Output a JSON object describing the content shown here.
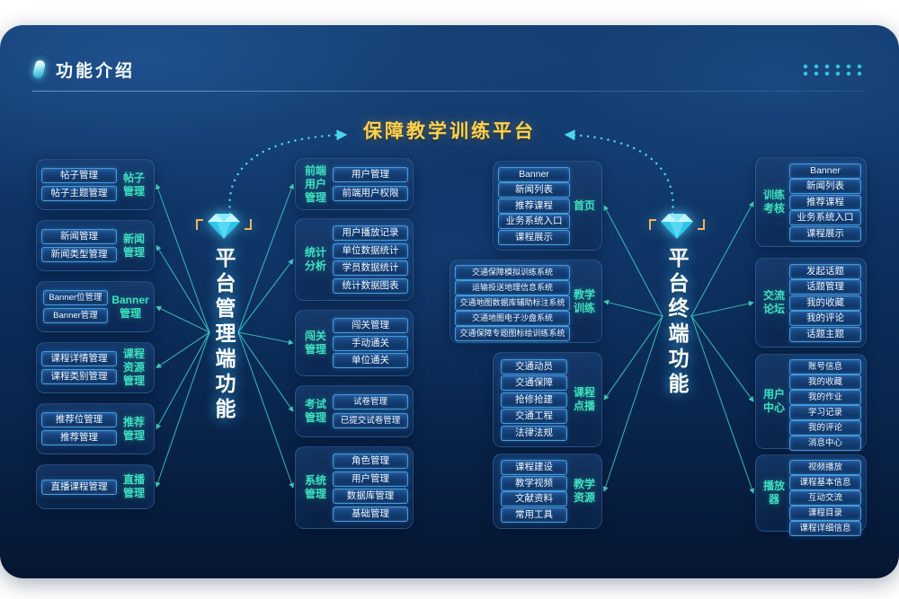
{
  "header": {
    "title": "功能介绍"
  },
  "center_title": "保障教学训练平台",
  "hubs": {
    "left": "平台管理端功能",
    "right": "平台终端功能"
  },
  "columns": {
    "far_left": [
      {
        "label": "帖子管理",
        "items": [
          "帖子管理",
          "帖子主题管理"
        ]
      },
      {
        "label": "新闻管理",
        "items": [
          "新闻管理",
          "新闻类型管理"
        ]
      },
      {
        "label": "Banner管理",
        "items": [
          "Banner位管理",
          "Banner管理"
        ]
      },
      {
        "label": "课程资源管理",
        "items": [
          "课程详情管理",
          "课程类别管理"
        ]
      },
      {
        "label": "推荐管理",
        "items": [
          "推荐位管理",
          "推荐管理"
        ]
      },
      {
        "label": "直播管理",
        "items": [
          "直播课程管理"
        ]
      }
    ],
    "mid_left": [
      {
        "label": "前端用户管理",
        "items": [
          "用户管理",
          "前端用户权限"
        ]
      },
      {
        "label": "统计分析",
        "items": [
          "用户播放记录",
          "单位数据统计",
          "学员数据统计",
          "统计数据图表"
        ]
      },
      {
        "label": "闯关管理",
        "items": [
          "闯关管理",
          "手动通关",
          "单位通关"
        ]
      },
      {
        "label": "考试管理",
        "items": [
          "试卷管理",
          "已提交试卷管理"
        ]
      },
      {
        "label": "系统管理",
        "items": [
          "角色管理",
          "用户管理",
          "数据库管理",
          "基础管理"
        ]
      }
    ],
    "mid_right": [
      {
        "label": "首页",
        "items": [
          "Banner",
          "新闻列表",
          "推荐课程",
          "业务系统入口",
          "课程展示"
        ]
      },
      {
        "label": "教学训练",
        "items": [
          "交通保障模拟训练系统",
          "运输投送地理信息系统",
          "交通地图数据库辅助标注系统",
          "交通地图电子沙盘系统",
          "交通保障专题图标绘训练系统"
        ]
      },
      {
        "label": "课程点播",
        "items": [
          "交通动员",
          "交通保障",
          "抢修抢建",
          "交通工程",
          "法律法规"
        ]
      },
      {
        "label": "教学资源",
        "items": [
          "课程建设",
          "教学视频",
          "文献资料",
          "常用工具"
        ]
      }
    ],
    "far_right": [
      {
        "label": "训练考核",
        "items": [
          "Banner",
          "新闻列表",
          "推荐课程",
          "业务系统入口",
          "课程展示"
        ]
      },
      {
        "label": "交流论坛",
        "items": [
          "发起话题",
          "话题管理",
          "我的收藏",
          "我的评论",
          "话题主题"
        ]
      },
      {
        "label": "用户中心",
        "items": [
          "账号信息",
          "我的收藏",
          "我的作业",
          "学习记录",
          "我的评论",
          "消息中心"
        ]
      },
      {
        "label": "播放器",
        "items": [
          "视频播放",
          "课程基本信息",
          "互动交流",
          "课程目录",
          "课程详细信息"
        ]
      }
    ]
  },
  "icons": {
    "hub": "diamond-gem-icon",
    "header": "teal-capsule-icon",
    "corner": "dots-grid"
  },
  "colors": {
    "background": "#0d3161",
    "title_gold": "#ffd24a",
    "accent_teal": "#3fe0c0",
    "node_border": "#3a8fd4",
    "wire": "#44dcc8"
  }
}
